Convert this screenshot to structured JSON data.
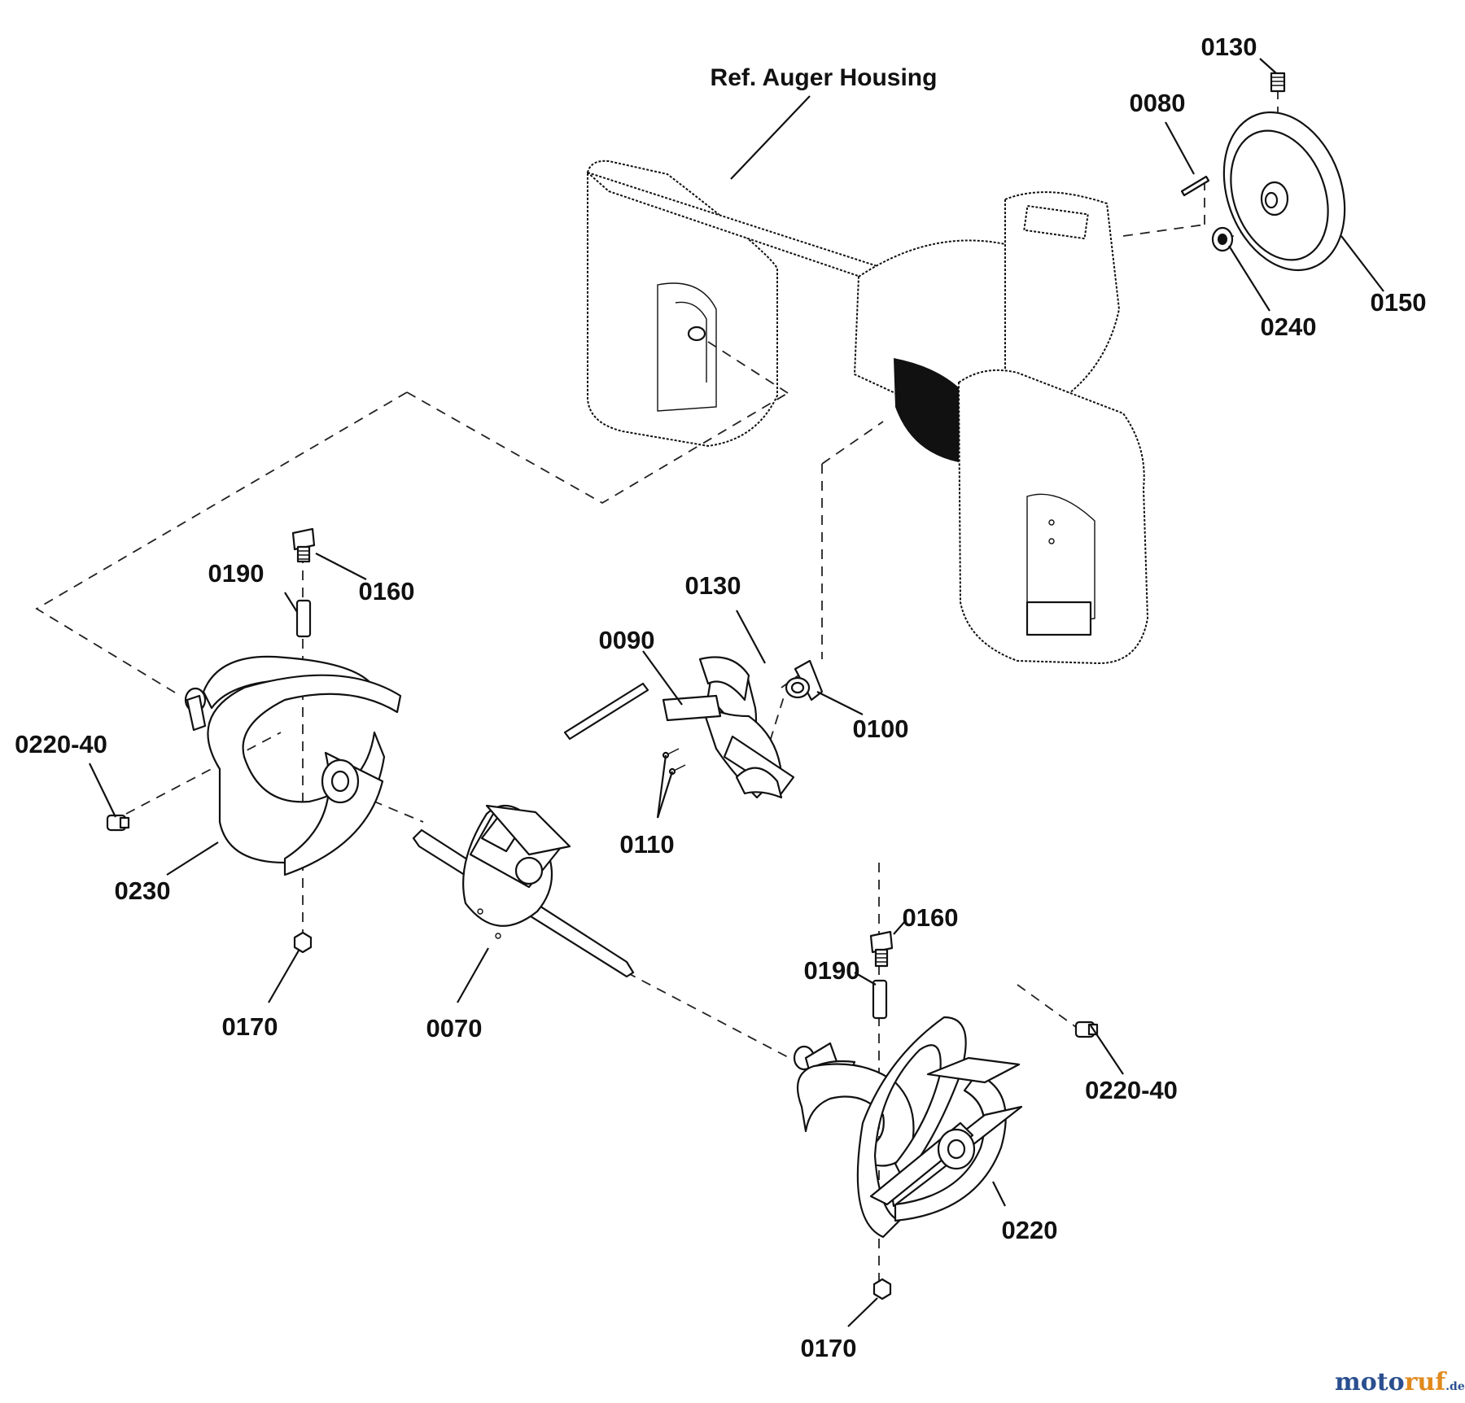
{
  "diagram": {
    "ref_label": "Ref. Auger Housing",
    "callouts": {
      "c0130_top": "0130",
      "c0080": "0080",
      "c0150": "0150",
      "c0240": "0240",
      "c0190_left": "0190",
      "c0160_left": "0160",
      "c0130_mid": "0130",
      "c0090": "0090",
      "c0100": "0100",
      "c0220_40_left": "0220-40",
      "c0110": "0110",
      "c0230": "0230",
      "c0170_left": "0170",
      "c0070": "0070",
      "c0160_right": "0160",
      "c0190_right": "0190",
      "c0220_40_right": "0220-40",
      "c0220": "0220",
      "c0170_right": "0170"
    }
  },
  "watermark": {
    "brand": "motoruf",
    "suffix": ".de",
    "colors": {
      "moto": "#2a4f8f",
      "ruf": "#e08a1e",
      "suffix": "#2a4f8f"
    }
  }
}
